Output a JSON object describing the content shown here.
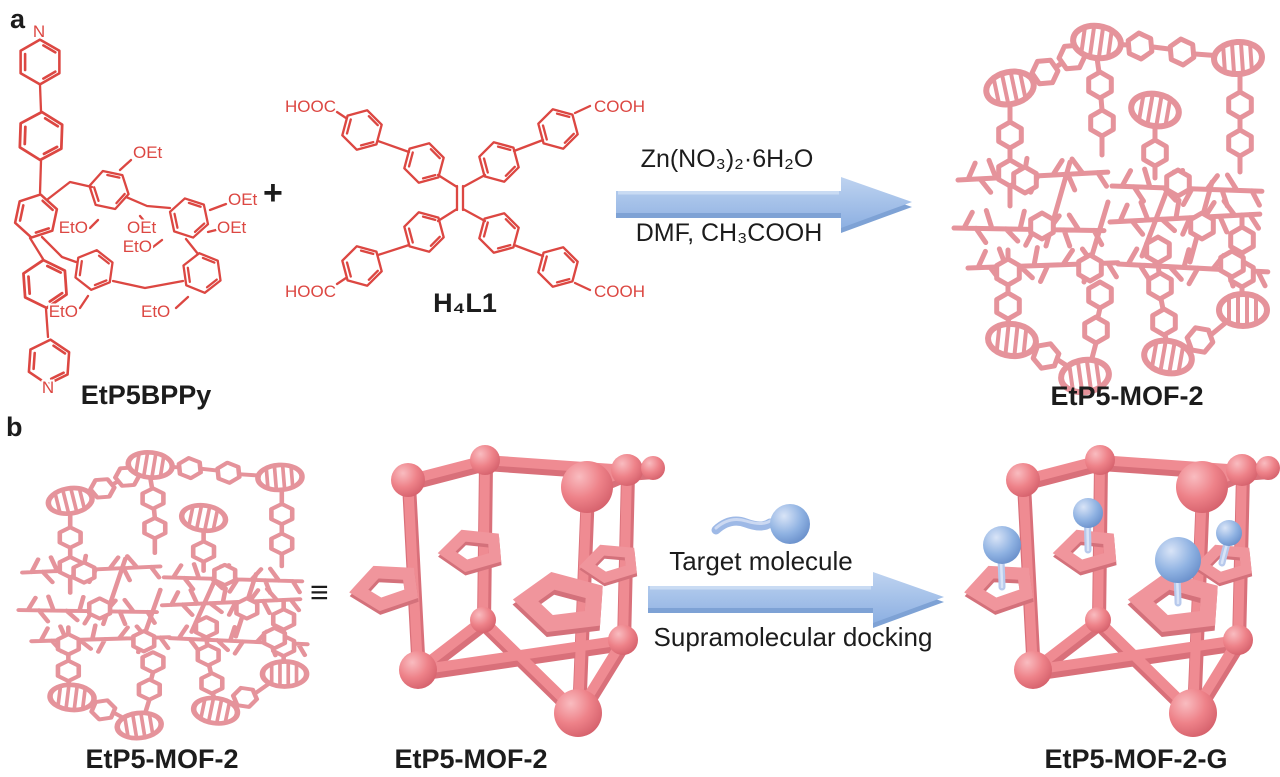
{
  "figure": {
    "background": "#ffffff",
    "colors": {
      "structure_red": "#dc4742",
      "mof_salmon": "#e5939b",
      "cube_salmon": "#ee8289",
      "arrow_blue": "#9bb9e6",
      "guest_blue": "#8fb2e2",
      "text_black": "#1c1c1c"
    },
    "panel_a": {
      "label": "a",
      "macrocycle": {
        "name": "EtP5BPPy",
        "pyridine_n": "N",
        "oet": "OEt",
        "eto": "EtO"
      },
      "plus": "+",
      "linker": {
        "name": "H₄L1",
        "hooc": "HOOC",
        "cooh": "COOH"
      },
      "reaction": {
        "above_arrow": "Zn(NO₃)₂·6H₂O",
        "below_arrow": "DMF, CH₃COOH"
      },
      "product": {
        "name": "EtP5-MOF-2"
      }
    },
    "panel_b": {
      "label": "b",
      "crystal": {
        "name": "EtP5-MOF-2"
      },
      "equivalence": "≡",
      "cartoon": {
        "name": "EtP5-MOF-2"
      },
      "process": {
        "above_arrow": "Target molecule",
        "below_arrow": "Supramolecular docking"
      },
      "product": {
        "name": "EtP5-MOF-2-G"
      }
    }
  }
}
